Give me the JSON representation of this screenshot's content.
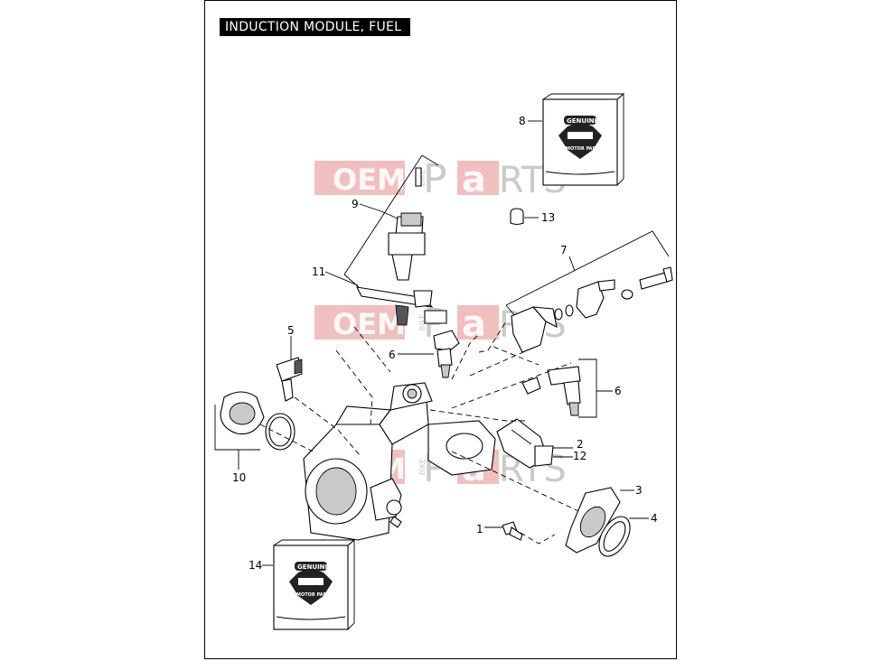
{
  "title": "INDUCTION MODULE, FUEL",
  "callouts": {
    "c1": "1",
    "c2": "2",
    "c3": "3",
    "c4": "4",
    "c5": "5",
    "c6a": "6",
    "c6b": "6",
    "c7": "7",
    "c8": "8",
    "c9": "9",
    "c10": "10",
    "c11": "11",
    "c12": "12",
    "c13": "13",
    "c14": "14"
  },
  "watermark": {
    "oem": "OEM",
    "bike": "BIKE",
    "parts_a": "P",
    "parts_b": "a",
    "parts_c": "RTS"
  },
  "logo": {
    "line1": "GENUINE",
    "line2": "MOTOR PARTS"
  }
}
